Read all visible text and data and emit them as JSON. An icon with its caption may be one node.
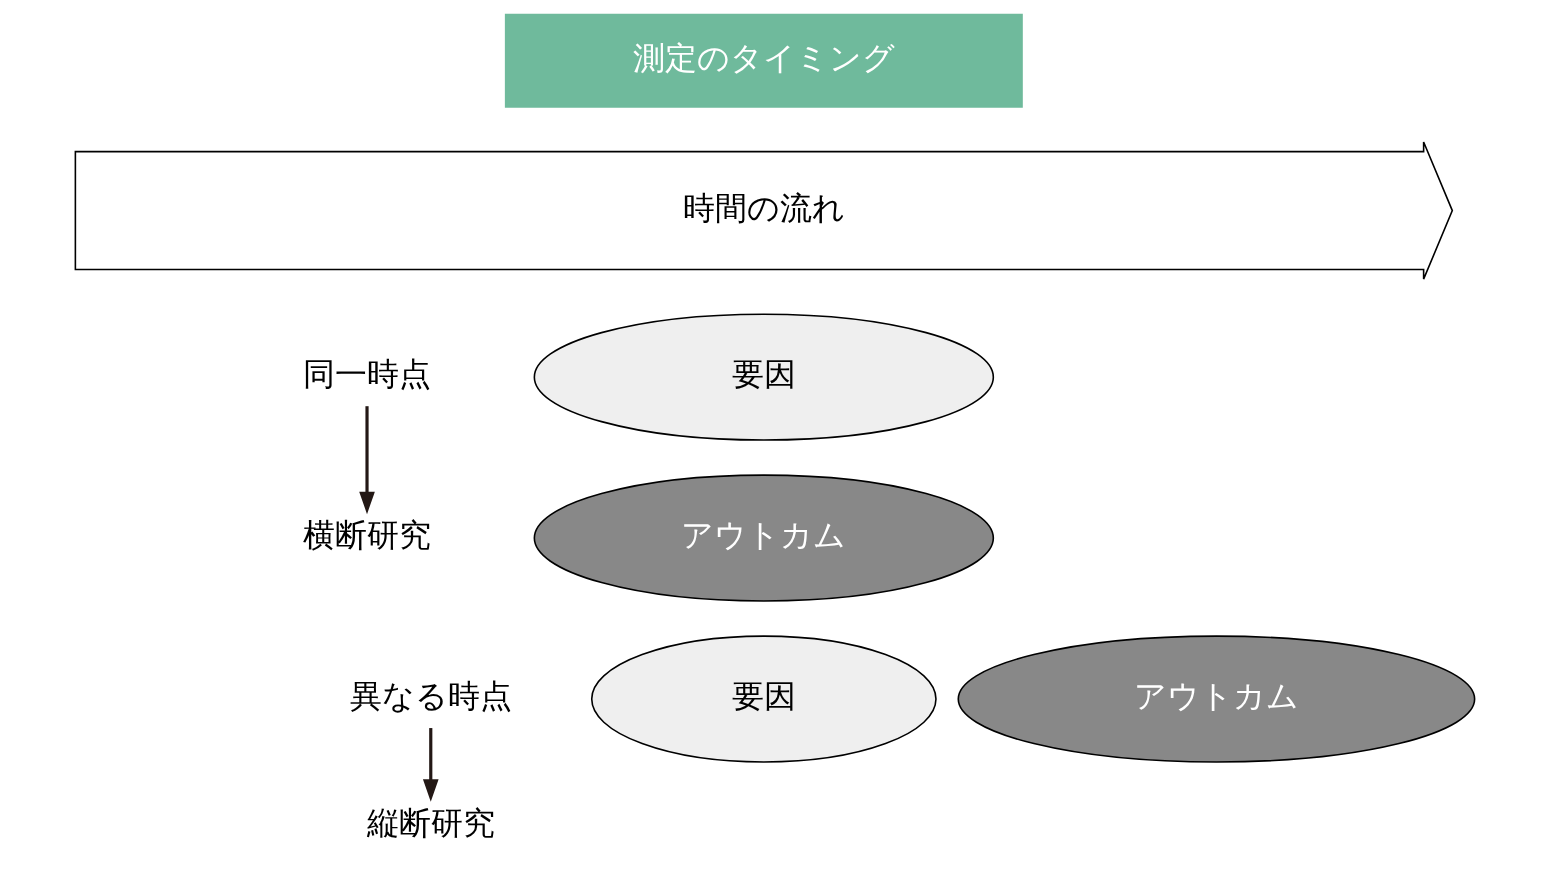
{
  "diagram": {
    "nodes": [
      {
        "text": [
          "測定のタイミング"
        ]
      },
      {
        "text": [
          "時間の流れ"
        ]
      },
      {
        "text": [
          "同一時点"
        ]
      },
      {
        "text": [
          "横断研究"
        ]
      },
      {
        "text": [
          "要因"
        ]
      },
      {
        "text": [
          "アウトカム"
        ]
      },
      {
        "text": [
          "異なる時点"
        ]
      },
      {
        "text": [
          "縦断研究"
        ]
      },
      {
        "text": [
          "要因"
        ]
      },
      {
        "text": [
          "アウトカム"
        ]
      }
    ],
    "edges": [
      {
        "from": 2,
        "to": 3,
        "arrow": "to"
      },
      {
        "from": 6,
        "to": 7,
        "arrow": "to"
      }
    ]
  }
}
